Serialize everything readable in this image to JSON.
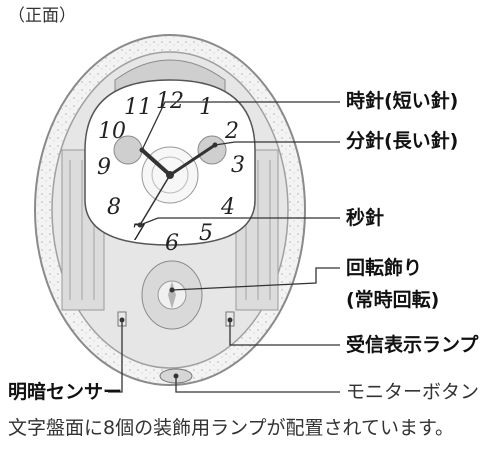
{
  "view_label": "（正面）",
  "callouts": {
    "hour_hand": "時針(短い針)",
    "minute_hand": "分針(長い針)",
    "second_hand": "秒針",
    "rotating_ornament_line1": "回転飾り",
    "rotating_ornament_line2": "(常時回転)",
    "receive_lamp": "受信表示ランプ",
    "light_sensor": "明暗センサー",
    "monitor_button": "モニターボタン"
  },
  "caption": "文字盤面に8個の装飾用ランプが配置されています。",
  "dial": {
    "numerals": [
      "12",
      "1",
      "2",
      "3",
      "4",
      "5",
      "6",
      "7",
      "8",
      "9",
      "10",
      "11"
    ]
  },
  "colors": {
    "line": "#333333",
    "frame": "#f1f1f1",
    "frame_edge": "#9a9a9a",
    "dial": "#ffffff",
    "decor": "#bdbdbd"
  },
  "icons": [
    "clock-illustration",
    "crystal-ornament",
    "lamp-icon",
    "sensor-icon",
    "button-icon"
  ]
}
